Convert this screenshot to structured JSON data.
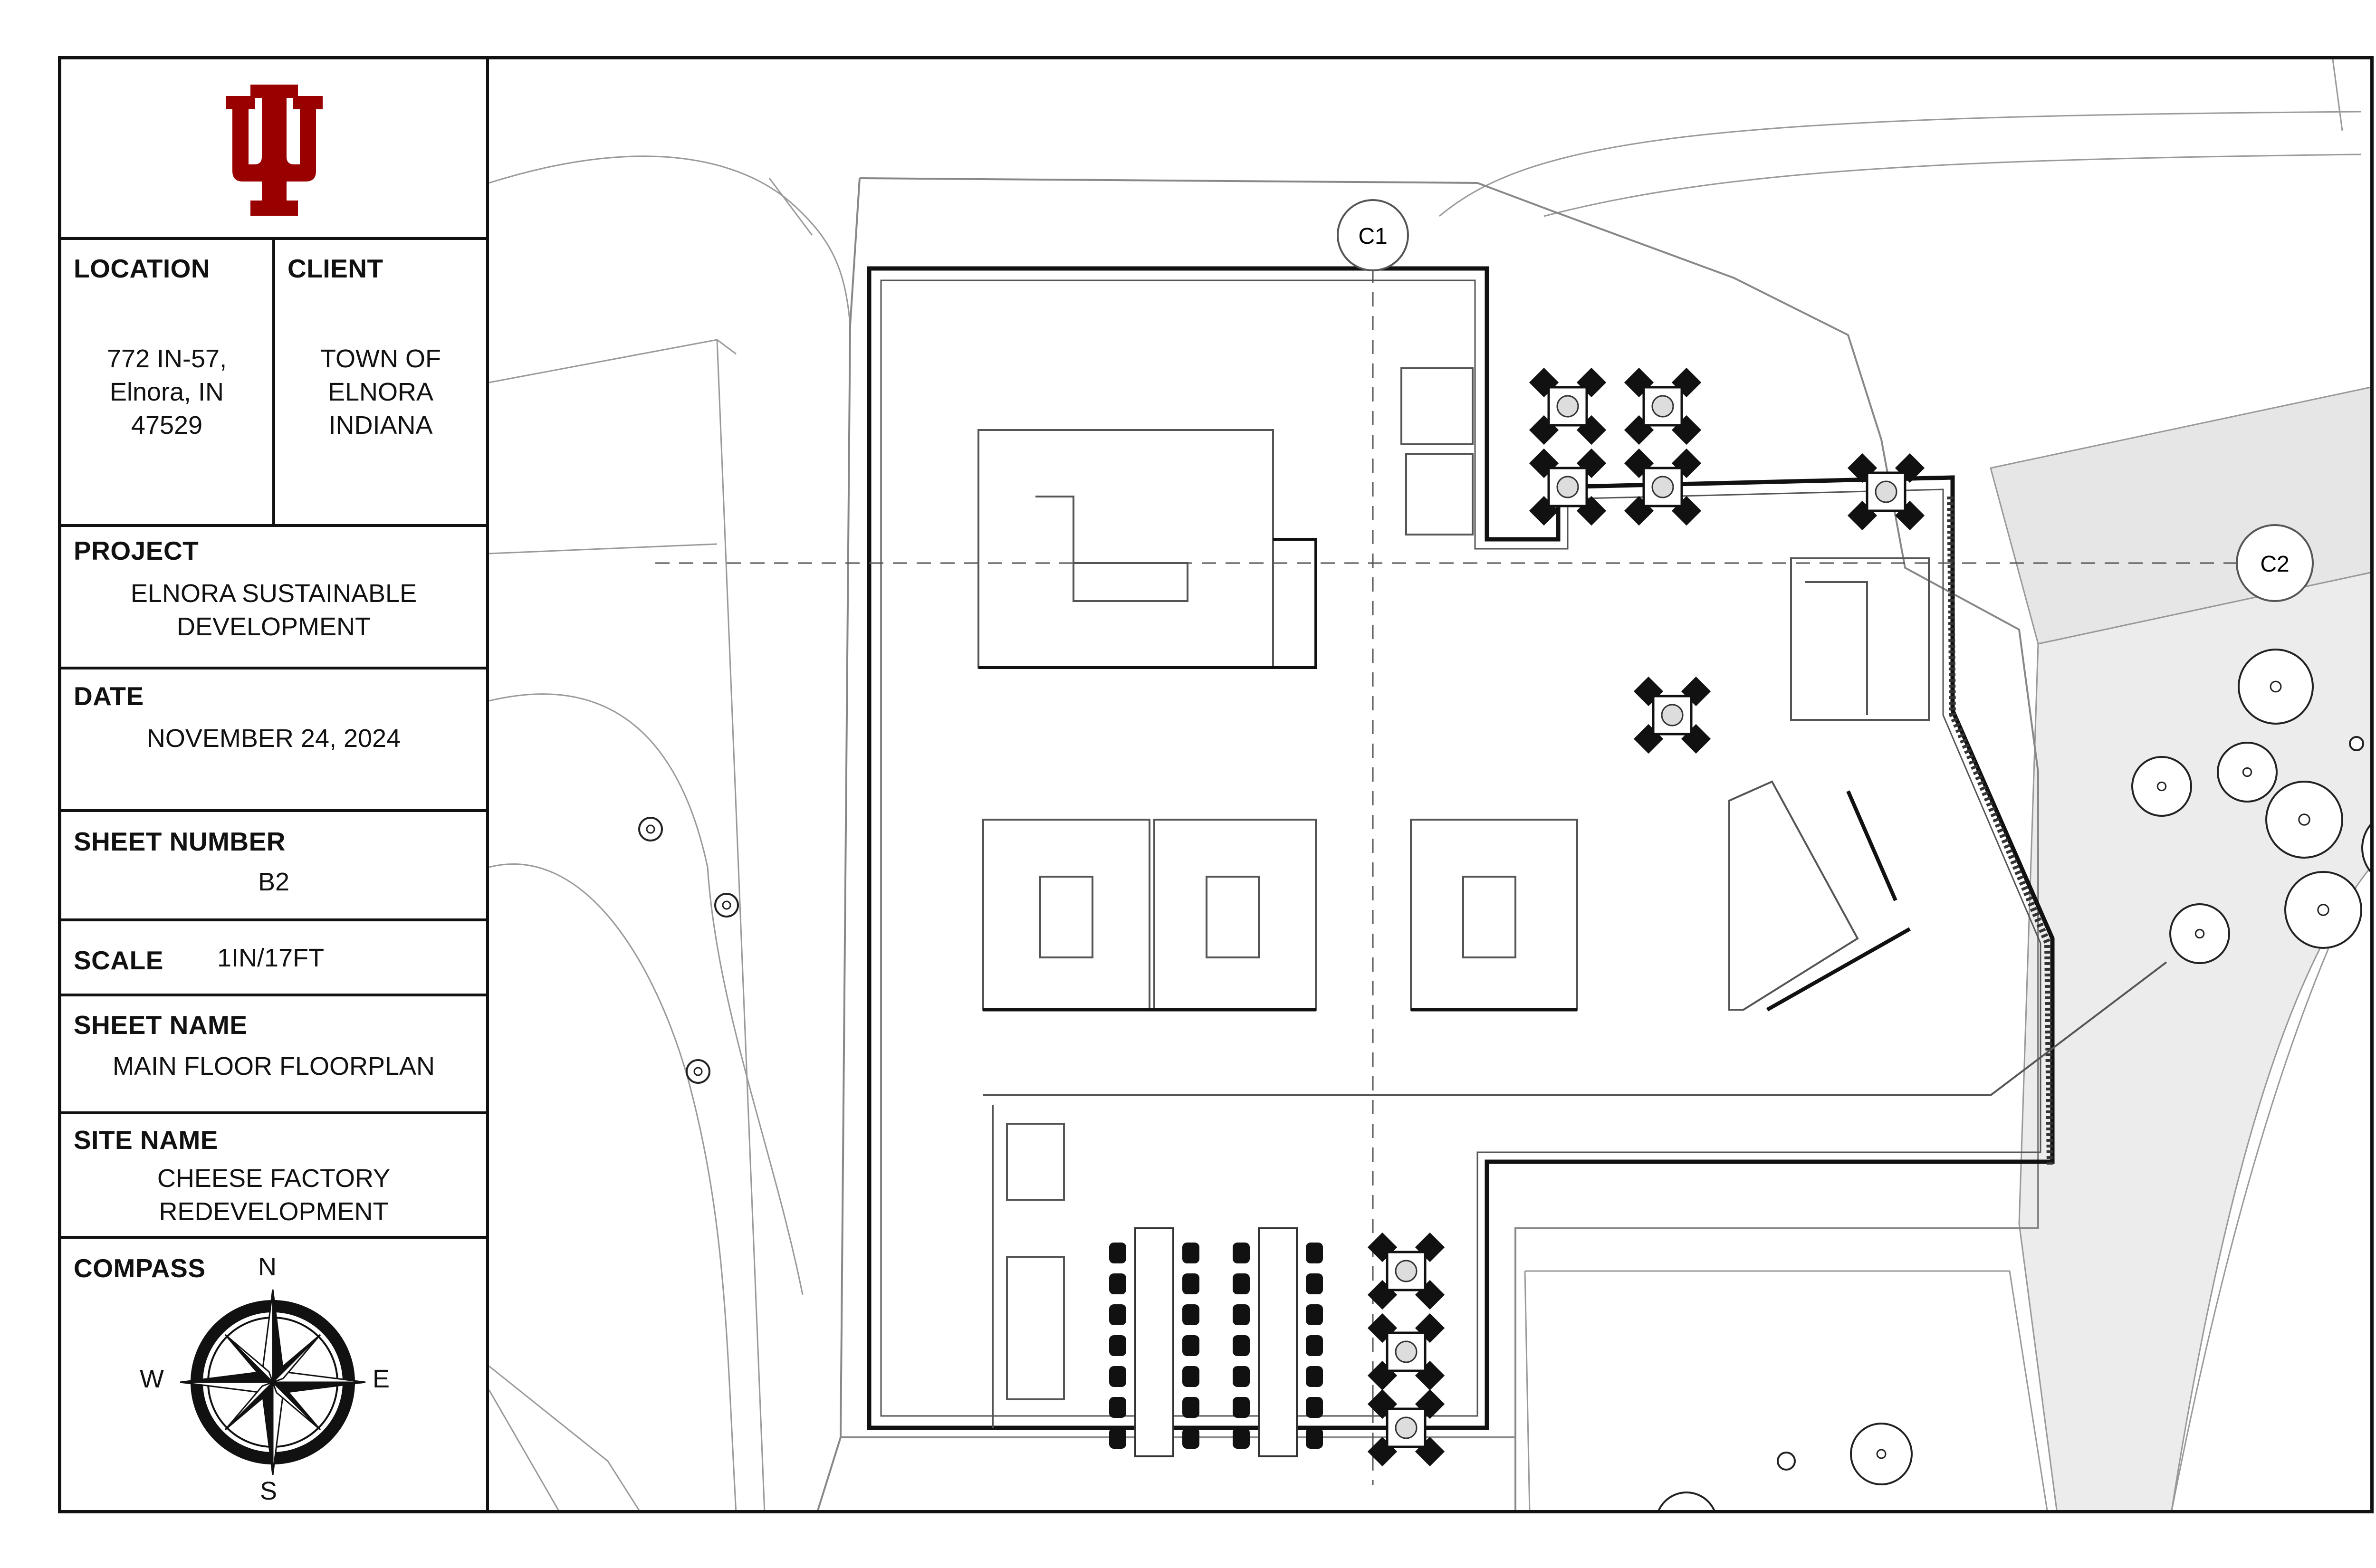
{
  "title_block": {
    "logo_color": "#990000",
    "location": {
      "label": "LOCATION",
      "line1": "772 IN-57,",
      "line2": "Elnora, IN",
      "line3": "47529"
    },
    "client": {
      "label": "CLIENT",
      "line1": "TOWN OF",
      "line2": "ELNORA",
      "line3": "INDIANA"
    },
    "project": {
      "label": "PROJECT",
      "line1": "ELNORA SUSTAINABLE",
      "line2": "DEVELOPMENT"
    },
    "date": {
      "label": "DATE",
      "value": "NOVEMBER 24, 2024"
    },
    "sheet_number": {
      "label": "SHEET NUMBER",
      "value": "B2"
    },
    "scale": {
      "label": "SCALE",
      "value": "1IN/17FT"
    },
    "sheet_name": {
      "label": "SHEET NAME",
      "value": "MAIN FLOOR FLOORPLAN"
    },
    "site_name": {
      "label": "SITE NAME",
      "line1": "CHEESE FACTORY",
      "line2": "REDEVELOPMENT"
    },
    "compass": {
      "label": "COMPASS",
      "n": "N",
      "e": "E",
      "s": "S",
      "w": "W"
    }
  },
  "drawing": {
    "grid_markers": {
      "c1": "C1",
      "c2": "C2"
    },
    "icons": [
      "trident-logo",
      "compass-rose-icon",
      "table-set-icon",
      "tree-icon"
    ]
  }
}
